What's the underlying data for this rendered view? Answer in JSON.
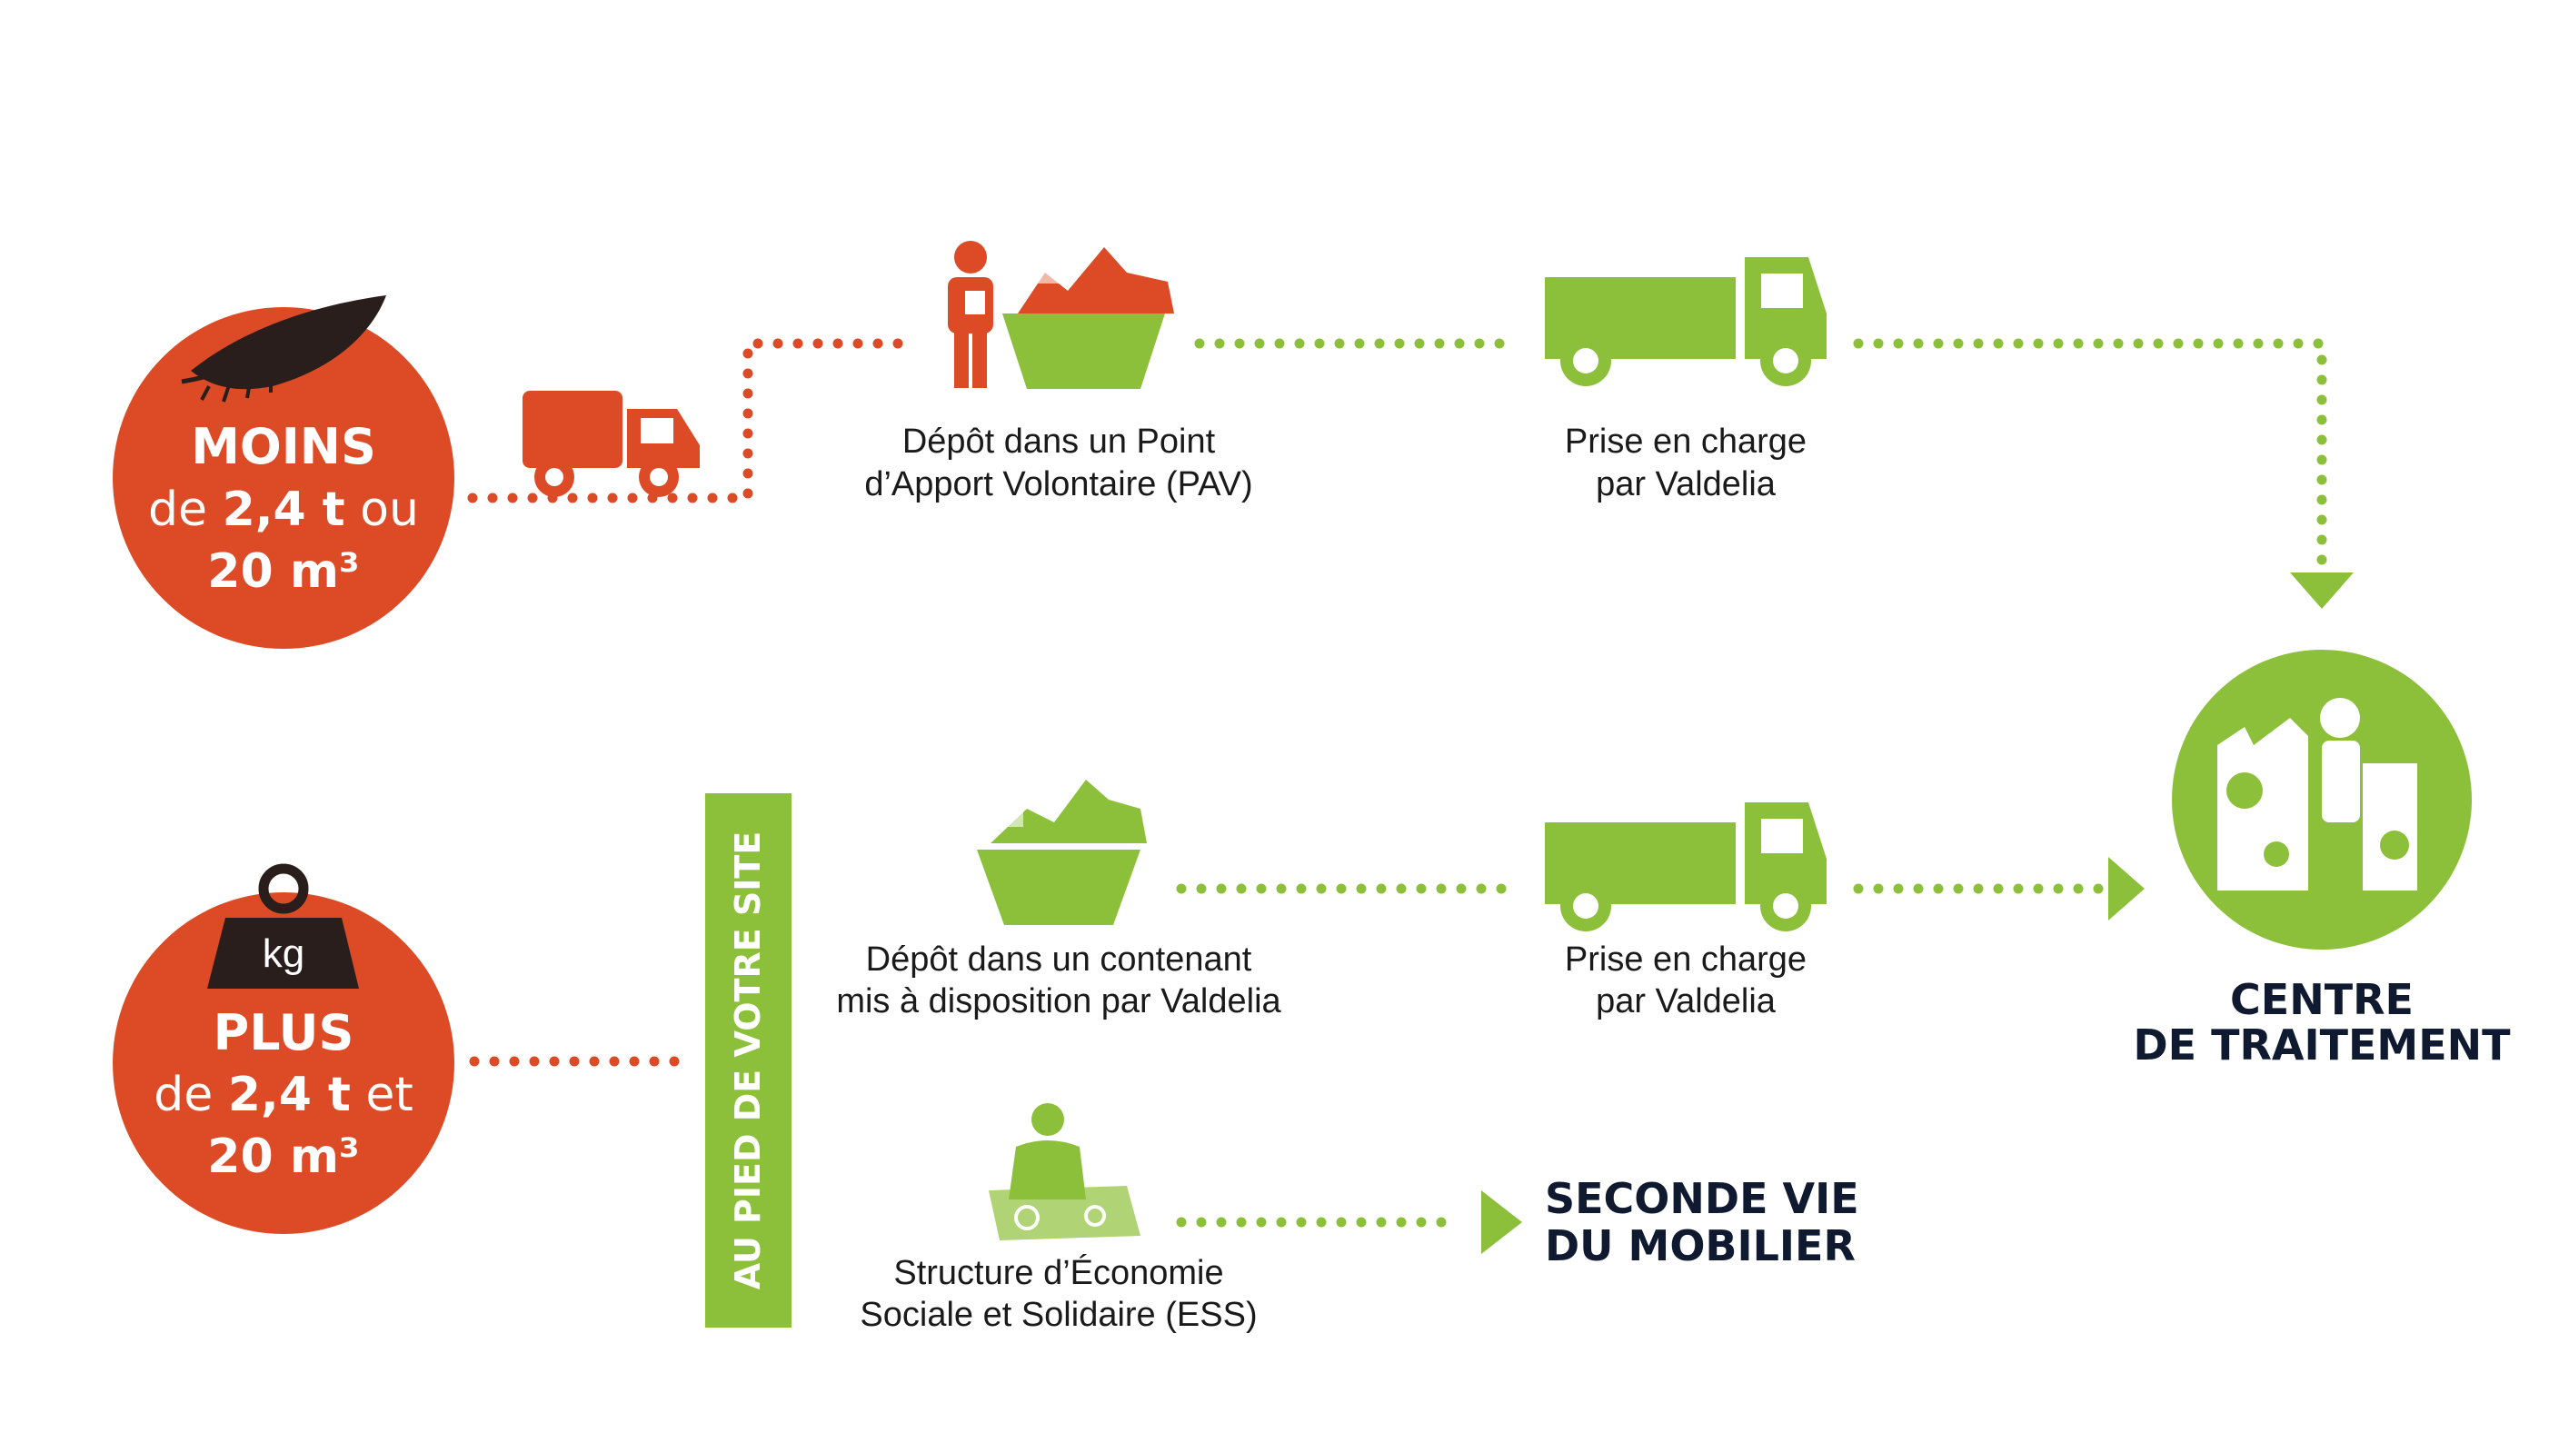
{
  "colors": {
    "orange": "#dd4b26",
    "green": "#8dc03a",
    "navy": "#0f1930",
    "text": "#1a1a1a",
    "dark": "#2a1e1c"
  },
  "top_source": {
    "icon": "feather-icon",
    "line1": "MOINS",
    "line2a": "de ",
    "line2b": "2,4 t",
    "line2c": " ou",
    "line3": "20 m³"
  },
  "bottom_source": {
    "icon": "weight-icon",
    "weight_label": "kg",
    "line1": "PLUS",
    "line2a": "de ",
    "line2b": "2,4 t",
    "line2c": " et",
    "line3": "20 m³"
  },
  "on_site_label": "AU PIED DE VOTRE SITE",
  "steps": {
    "pav": {
      "line1": "Dépôt dans un Point",
      "line2": "d’Apport Volontaire (PAV)"
    },
    "pickup_top": {
      "line1": "Prise en charge",
      "line2": "par Valdelia"
    },
    "container": {
      "line1": "Dépôt dans un contenant",
      "line2": "mis à disposition par Valdelia"
    },
    "pickup_bottom": {
      "line1": "Prise en charge",
      "line2": "par Valdelia"
    },
    "ess": {
      "line1": "Structure d’Économie",
      "line2": "Sociale et Solidaire (ESS)"
    }
  },
  "destinations": {
    "treatment": {
      "line1": "CENTRE",
      "line2": "DE TRAITEMENT"
    },
    "second_life": {
      "line1": "SECONDE VIE",
      "line2": "DU MOBILIER"
    }
  }
}
